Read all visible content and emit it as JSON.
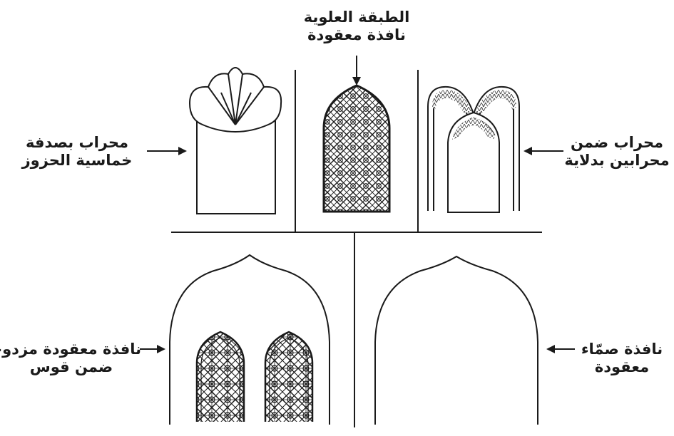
{
  "labels": {
    "top_center": [
      "الطبقة العلوية",
      "نافذة معقودة"
    ],
    "left_upper": [
      "محراب بصدفة",
      "خماسية الحزوز"
    ],
    "right_upper": [
      "محراب ضمن",
      "محرابين بدلاية"
    ],
    "left_lower": [
      "نافذة معقودة مزدوجة",
      "ضمن قوس"
    ],
    "right_lower": [
      "نافذة صمّاء",
      "معقودة"
    ]
  },
  "colors": {
    "stroke": "#1a1a1a",
    "background": "#ffffff"
  }
}
